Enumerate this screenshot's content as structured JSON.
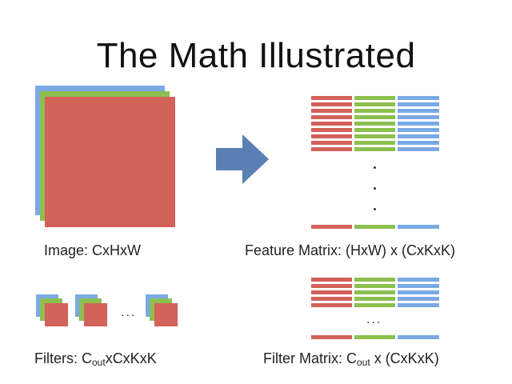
{
  "title": "The Math Illustrated",
  "labels": {
    "image": "Image: CxHxW",
    "feature_matrix": "Feature Matrix: (HxW) x (CxKxK)",
    "filters_prefix": "Filters: C",
    "filters_sub": "out",
    "filters_suffix": "xCxKxK",
    "filter_matrix_prefix": "Filter Matrix: C",
    "filter_matrix_sub": "out",
    "filter_matrix_suffix": " x (CxKxK)"
  },
  "ellipsis": "...",
  "colors": {
    "red": "#d2625a",
    "green": "#8dbf50",
    "blue": "#7ba9e4",
    "arrow": "#5a7fb2"
  }
}
